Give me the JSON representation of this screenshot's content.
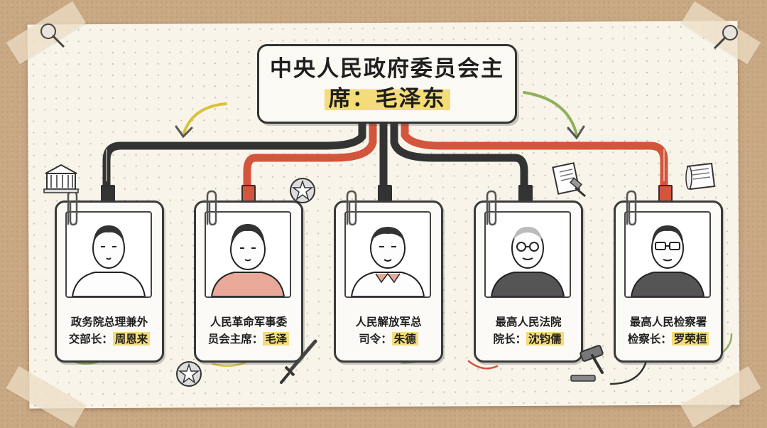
{
  "title": {
    "line1": "中央人民政府委员会主",
    "line2": "席：毛泽东"
  },
  "cards": [
    {
      "title1": "政务院总理兼外",
      "title2": "交部长：",
      "name": "周恩来",
      "wire": "dark"
    },
    {
      "title1": "人民革命军事委",
      "title2": "员会主席：",
      "name": "毛泽",
      "wire": "red"
    },
    {
      "title1": "人民解放军总",
      "title2": "司令：",
      "name": "朱德",
      "wire": "dark"
    },
    {
      "title1": "最高人民法院",
      "title2": "院长：",
      "name": "沈钧儒",
      "wire": "dark"
    },
    {
      "title1": "最高人民检察署",
      "title2": "检察长：",
      "name": "罗荣桓",
      "wire": "red"
    }
  ],
  "colors": {
    "dark_wire": "#333333",
    "red_wire": "#d2553c",
    "highlight": "#f4dc7a",
    "arrow_left": "#d9c23c",
    "arrow_right": "#8fb05a"
  },
  "icons": [
    "pushpin-icon",
    "pushpin-icon",
    "government-building-icon",
    "emblem-icon",
    "sword-icon",
    "document-gavel-icon",
    "scroll-icon",
    "gavel-icon",
    "emblem-icon"
  ]
}
